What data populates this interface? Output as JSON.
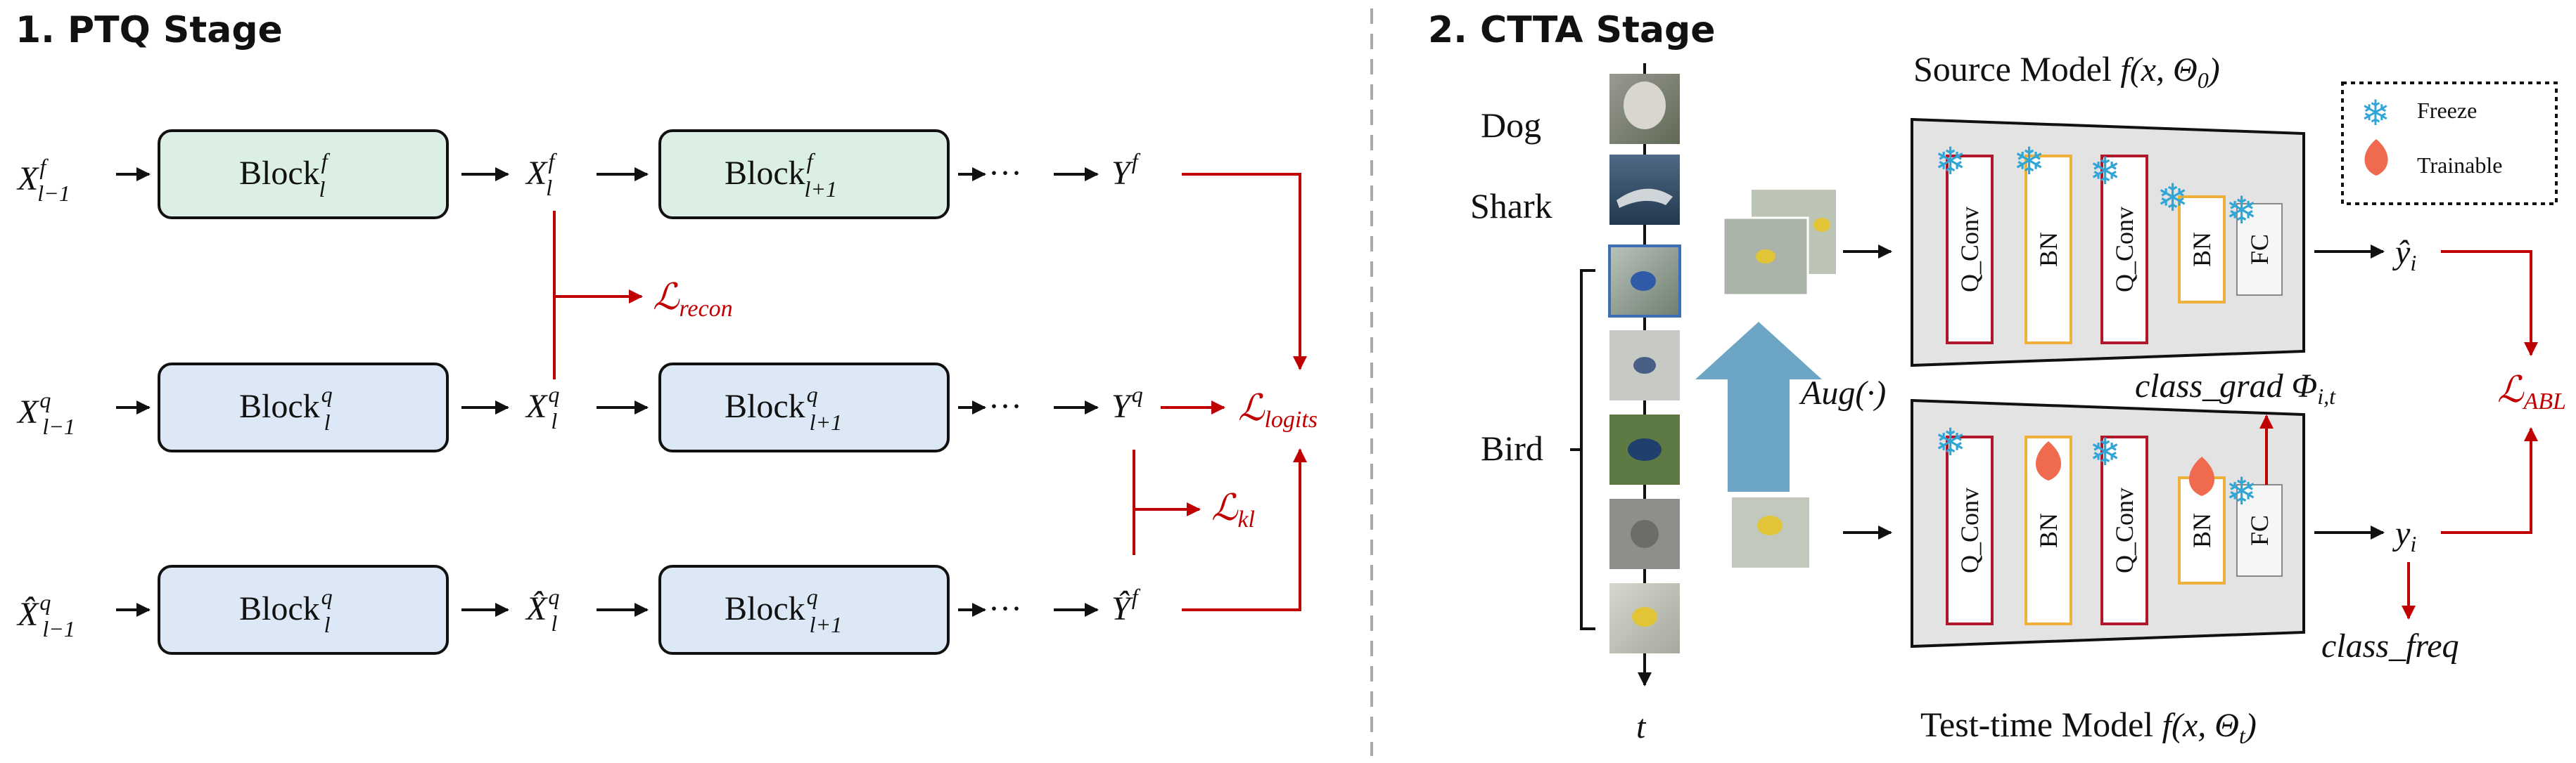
{
  "ptq": {
    "title": "1. PTQ Stage",
    "rows": [
      {
        "in_main": "X",
        "in_sup": "f",
        "in_sub": "l−1",
        "block1_main": "Block",
        "block1_sup": "f",
        "block1_sub": "l",
        "mid_main": "X",
        "mid_sup": "f",
        "mid_sub": "l",
        "block2_main": "Block",
        "block2_sup": "f",
        "block2_sub": "l+1",
        "dots": "···",
        "out_main": "Y",
        "out_sup": "f"
      },
      {
        "in_main": "X",
        "in_sup": "q",
        "in_sub": "l−1",
        "block1_main": "Block",
        "block1_sup": "q",
        "block1_sub": "l",
        "mid_main": "X",
        "mid_sup": "q",
        "mid_sub": "l",
        "block2_main": "Block",
        "block2_sup": "q",
        "block2_sub": "l+1",
        "dots": "···",
        "out_main": "Y",
        "out_sup": "q"
      },
      {
        "in_main": "X̂",
        "in_sup": "q",
        "in_sub": "l−1",
        "block1_main": "Block",
        "block1_sup": "q",
        "block1_sub": "l",
        "mid_main": "X̂",
        "mid_sup": "q",
        "mid_sub": "l",
        "block2_main": "Block",
        "block2_sup": "q",
        "block2_sub": "l+1",
        "dots": "···",
        "out_main": "Ŷ",
        "out_sup": "f"
      }
    ],
    "losses": {
      "recon": {
        "main": "ℒ",
        "sub": "recon"
      },
      "logits": {
        "main": "ℒ",
        "sub": "logits"
      },
      "kl": {
        "main": "ℒ",
        "sub": "kl"
      }
    }
  },
  "ctta": {
    "title": "2. CTTA Stage",
    "class_labels": {
      "dog": "Dog",
      "shark": "Shark",
      "bird": "Bird"
    },
    "time_label": "t",
    "aug_label": "Aug(·)",
    "source_model": {
      "prefix": "Source Model ",
      "func": "f",
      "args": "(x, Θ",
      "sub": "0",
      "close": ")"
    },
    "test_model": {
      "prefix": "Test-time Model ",
      "func": "f",
      "args": "(x, Θ",
      "sub": "t",
      "close": ")"
    },
    "layers": [
      "Q_Conv",
      "BN",
      "Q_Conv",
      "BN",
      "FC"
    ],
    "legend": {
      "freeze": "Freeze",
      "trainable": "Trainable"
    },
    "outputs": {
      "source": {
        "main": "ŷ",
        "sub": "i"
      },
      "test": {
        "main": "y",
        "sub": "i"
      }
    },
    "class_grad": {
      "text": "class_grad Φ",
      "sub": "i,t"
    },
    "class_freq": "class_freq",
    "abl": {
      "main": "ℒ",
      "sub": "ABL"
    },
    "colors": {
      "red": "#c00000",
      "ptq_green": "#dcefe4",
      "ptq_blue": "#dde8f6",
      "aug_arrow": "#6ca6c4",
      "trapezoid": "#e3e3e3",
      "conv_border": "#b0182a",
      "bn_border": "#f0b13a"
    }
  }
}
